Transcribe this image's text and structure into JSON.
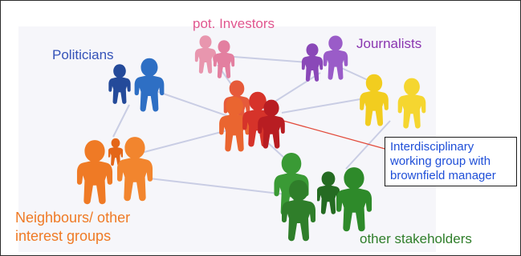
{
  "labels": {
    "politicians": "Politicians",
    "investors": "pot. Investors",
    "journalists": "Journalists",
    "neighbours_line1": "Neighbours/ other",
    "neighbours_line2": "interest groups",
    "other_stakeholders": "other stakeholders"
  },
  "callout": {
    "line1": "Interdisciplinary",
    "line2": "working group with",
    "line3": "brownfield manager"
  },
  "colors": {
    "politicians": "#3452b8",
    "investors": "#e0568f",
    "journalists": "#8a36b0",
    "neighbours": "#ef7a25",
    "other_stakeholders": "#2f7e2a",
    "callout_text": "#1f4fd8",
    "center_group": "#d6332a",
    "network_lines": "#c9cde4",
    "callout_line": "#e24a3a"
  }
}
